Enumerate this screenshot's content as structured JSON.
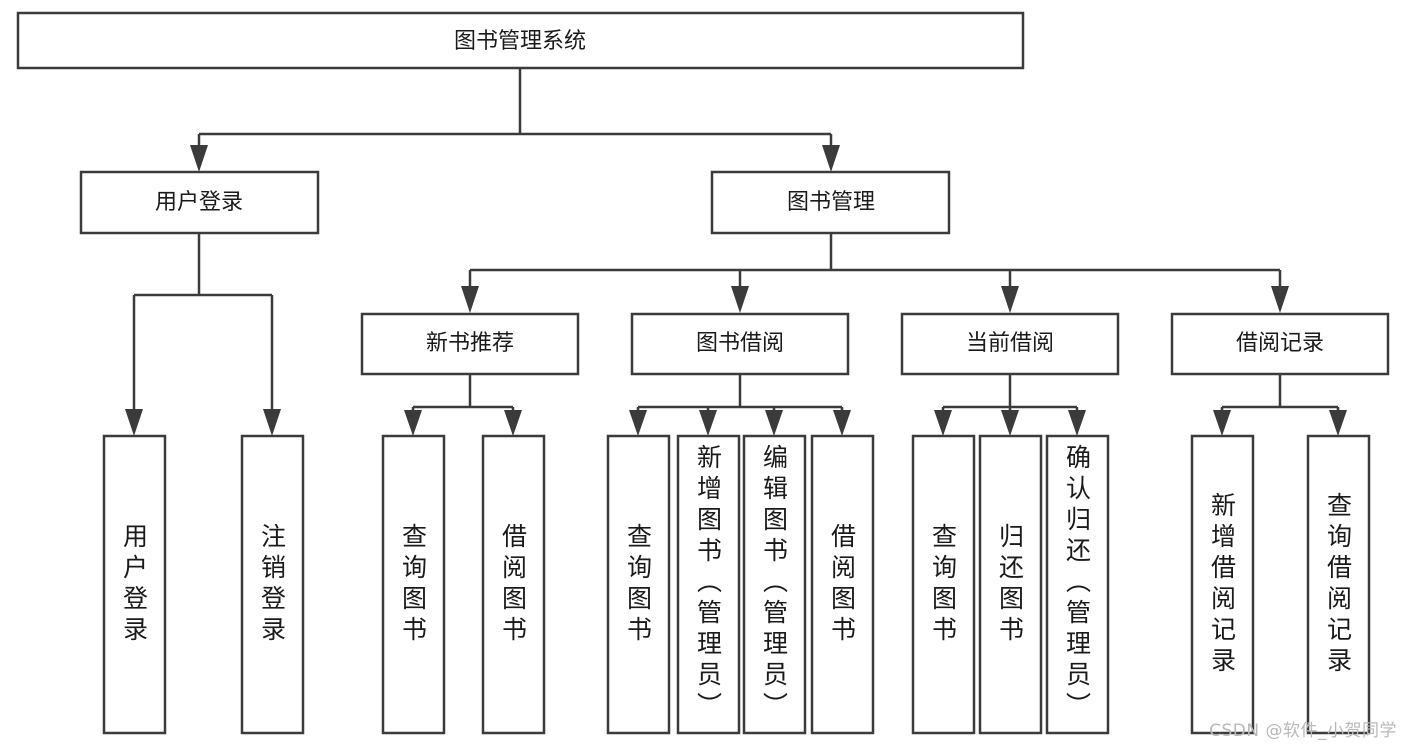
{
  "diagram": {
    "type": "tree-hierarchy-flowchart",
    "title_node": {
      "id": "root",
      "label": "图书管理系统"
    },
    "level2": [
      {
        "id": "user-login",
        "label": "用户登录"
      },
      {
        "id": "book-management",
        "label": "图书管理"
      }
    ],
    "level3": [
      {
        "id": "new-book-recommend",
        "label": "新书推荐",
        "parent": "book-management"
      },
      {
        "id": "book-borrow",
        "label": "图书借阅",
        "parent": "book-management"
      },
      {
        "id": "current-borrow",
        "label": "当前借阅",
        "parent": "book-management"
      },
      {
        "id": "borrow-record",
        "label": "借阅记录",
        "parent": "book-management"
      }
    ],
    "leaves": [
      {
        "id": "leaf-user-login",
        "label": "用户登录",
        "parent": "user-login"
      },
      {
        "id": "leaf-logout-login",
        "label": "注销登录",
        "parent": "user-login"
      },
      {
        "id": "leaf-query-book-1",
        "label": "查询图书",
        "parent": "new-book-recommend"
      },
      {
        "id": "leaf-borrow-book-1",
        "label": "借阅图书",
        "parent": "new-book-recommend"
      },
      {
        "id": "leaf-query-book-2",
        "label": "查询图书",
        "parent": "book-borrow"
      },
      {
        "id": "leaf-add-book",
        "label": "新增图书（管理员）",
        "parent": "book-borrow"
      },
      {
        "id": "leaf-edit-book",
        "label": "编辑图书（管理员）",
        "parent": "book-borrow"
      },
      {
        "id": "leaf-borrow-book-2",
        "label": "借阅图书",
        "parent": "book-borrow"
      },
      {
        "id": "leaf-query-book-3",
        "label": "查询图书",
        "parent": "current-borrow"
      },
      {
        "id": "leaf-return-book",
        "label": "归还图书",
        "parent": "current-borrow"
      },
      {
        "id": "leaf-confirm-return",
        "label": "确认归还（管理员）",
        "parent": "current-borrow"
      },
      {
        "id": "leaf-add-record",
        "label": "新增借阅记录",
        "parent": "borrow-record"
      },
      {
        "id": "leaf-query-record",
        "label": "查询借阅记录",
        "parent": "borrow-record"
      }
    ],
    "colors": {
      "box_stroke": "#3b3b3b",
      "box_fill": "#ffffff",
      "text": "#1a1a1a",
      "background": "#ffffff",
      "watermark": "#b9b9b9"
    }
  },
  "watermark": {
    "text": "CSDN @软件_小贺同学"
  }
}
